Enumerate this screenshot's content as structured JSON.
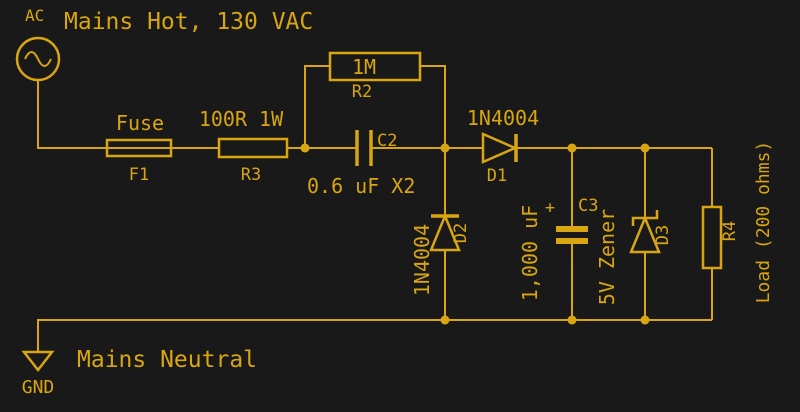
{
  "colors": {
    "background": "#191919",
    "trace": "#d9a611"
  },
  "nets": {
    "hot_label": "Mains Hot, 130 VAC",
    "neutral_label": "Mains Neutral",
    "gnd_label": "GND"
  },
  "source": {
    "type": "AC"
  },
  "components": {
    "f1": {
      "ref": "F1",
      "value": "Fuse"
    },
    "r3": {
      "ref": "R3",
      "value": "100R 1W"
    },
    "r2": {
      "ref": "R2",
      "value": "1M"
    },
    "c2": {
      "ref": "C2",
      "value": "0.6 uF X2"
    },
    "d1": {
      "ref": "D1",
      "value": "1N4004"
    },
    "d2": {
      "ref": "D2",
      "value": "1N4004"
    },
    "c3": {
      "ref": "C3",
      "value": "1,000 uF",
      "polarity_mark": "+"
    },
    "d3": {
      "ref": "D3",
      "value": "5V Zener"
    },
    "r4": {
      "ref": "R4",
      "value": "Load (200 ohms)"
    }
  }
}
